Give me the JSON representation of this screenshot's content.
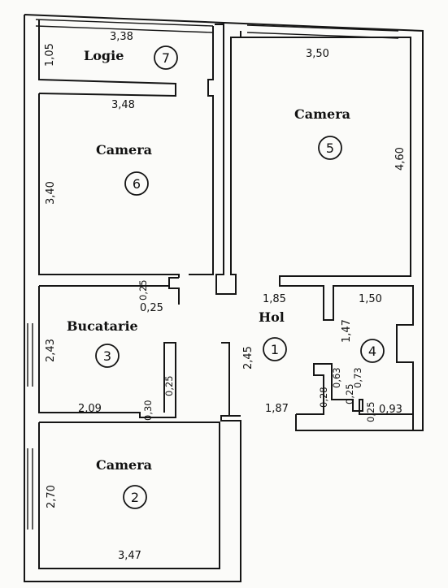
{
  "rooms": {
    "logie": {
      "name": "Logie",
      "number": "7"
    },
    "camera_6": {
      "name": "Camera",
      "number": "6"
    },
    "camera_5": {
      "name": "Camera",
      "number": "5"
    },
    "bucatarie": {
      "name": "Bucatarie",
      "number": "3"
    },
    "hol": {
      "name": "Hol",
      "number": "1"
    },
    "room_4": {
      "number": "4"
    },
    "camera_2": {
      "name": "Camera",
      "number": "2"
    }
  },
  "dimensions": {
    "logie_width": "3,38",
    "logie_depth": "1,05",
    "camera6_width": "3,48",
    "camera6_depth": "3,40",
    "camera5_width": "3,50",
    "camera5_depth": "4,60",
    "kitchen_niche_a": "0,25",
    "kitchen_niche_b": "0,25",
    "kitchen_depth": "2,43",
    "kitchen_width": "2,09",
    "kitchen_pillar_a": "0,30",
    "kitchen_pillar_b": "0,25",
    "hall_depth": "2,45",
    "hall_top": "1,85",
    "hall_bottom": "1,87",
    "bath_width": "1,50",
    "bath_depth": "1,47",
    "bath_step_a": "0,63",
    "bath_step_b": "0,73",
    "bath_step_c": "0,28",
    "bath_step_d": "0,25",
    "bath_step_e": "0,25",
    "bath_bottom": "0,93",
    "camera2_depth": "2,70",
    "camera2_width": "3,47"
  }
}
